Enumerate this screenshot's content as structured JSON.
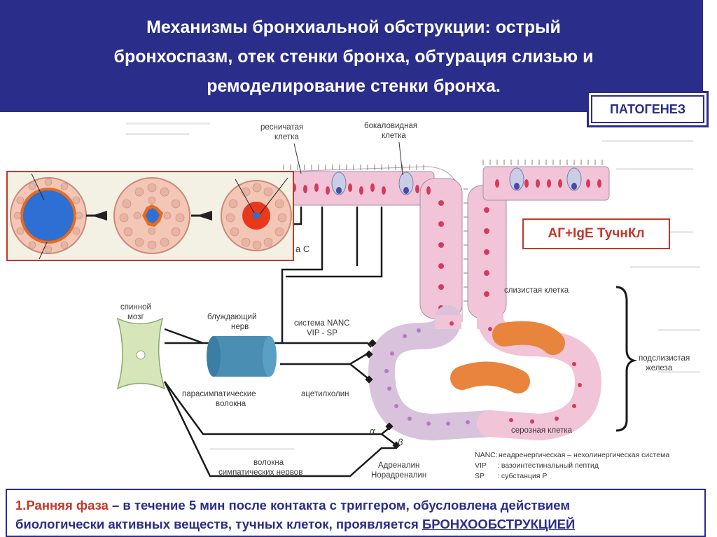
{
  "header": {
    "title_line1": "Механизмы бронхиальной обструкции: острый",
    "title_line2": "бронхоспазм, отек стенки бронха, обтурация слизью и",
    "title_line3": "ремоделирование стенки бронха."
  },
  "badge": {
    "label": "ПАТОГЕНЕЗ"
  },
  "ag_box": {
    "label": "АГ+IgE ТучнКл"
  },
  "diagram_labels": {
    "ciliated_cell": [
      "ресничатая",
      "клетка"
    ],
    "goblet_cell": [
      "бокаловидная",
      "клетка"
    ],
    "fragment_c": "а С",
    "spinal_cord": [
      "спинной",
      "мозг"
    ],
    "vagus_nerve": [
      "блуждающий",
      "нерв"
    ],
    "nanc_system": [
      "система NANC",
      "VIP - SP"
    ],
    "parasympathetic_fibers": [
      "парасимпатические",
      "волокна"
    ],
    "acetylcholine": "ацетилхолин",
    "sympathetic_fibers": [
      "волокна",
      "симпатических нервов"
    ],
    "alpha": "α",
    "beta": "β",
    "adrenaline": [
      "Адреналин",
      "Норадреналин"
    ],
    "mucous_cell": "слизистая клетка",
    "submucosal_gland": [
      "подслизистая",
      "железа"
    ],
    "serous_cell": "серозная клетка"
  },
  "legend": [
    {
      "abbr": "NANC:",
      "text": "неадренергическая – нехолинергическая система"
    },
    {
      "abbr": "VIP",
      "text": ": вазоинтестинальный пептид"
    },
    {
      "abbr": "SP",
      "text": ": субстанция Р"
    }
  ],
  "footer": {
    "phase": "1.Ранняя фаза",
    "text_line1": " – в течение 5 мин после контакта с триггером, обусловлена действием",
    "text_line2": "биологически активных веществ, тучных клеток, проявляется ",
    "emphasis": "БРОНХООБСТРУКЦИЕЙ"
  },
  "colors": {
    "header_bg": "#2b2d8a",
    "accent_red": "#c0392b",
    "epithelium_pink": "#f2c4d8",
    "nucleus_red": "#d63a5a",
    "serous_orange": "#e8843c",
    "nerve_blue": "#4a8fb3",
    "spinal_green": "#d6e6b8",
    "lumen_blue": "#2e6fd4"
  }
}
